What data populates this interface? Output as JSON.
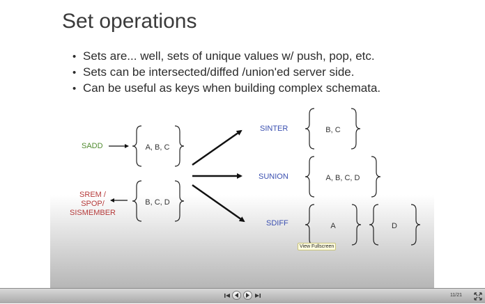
{
  "slide": {
    "title": "Set operations",
    "bullets": [
      "Sets are... well, sets of unique values w/ push, pop, etc.",
      "Sets can be intersected/diffed /union'ed server side.",
      "Can be useful as keys when building complex schemata."
    ],
    "diagram": {
      "sadd_label": "SADD",
      "srem_lines": [
        "SREM /",
        "SPOP/",
        "SISMEMBER"
      ],
      "set1": "A, B, C",
      "set2": "B, C, D",
      "sinter_label": "SINTER",
      "sinter_result": "B, C",
      "sunion_label": "SUNION",
      "sunion_result": "A, B, C, D",
      "sdiff_label": "SDIFF",
      "sdiff_result_1": "A",
      "sdiff_result_2": "D"
    },
    "tooltip": "View Fullscreen"
  },
  "controls": {
    "slide_counter": "11/21"
  },
  "colors": {
    "green_label": "#4f8a2e",
    "red_label": "#b53a3a",
    "blue_label": "#3a4fb0"
  }
}
